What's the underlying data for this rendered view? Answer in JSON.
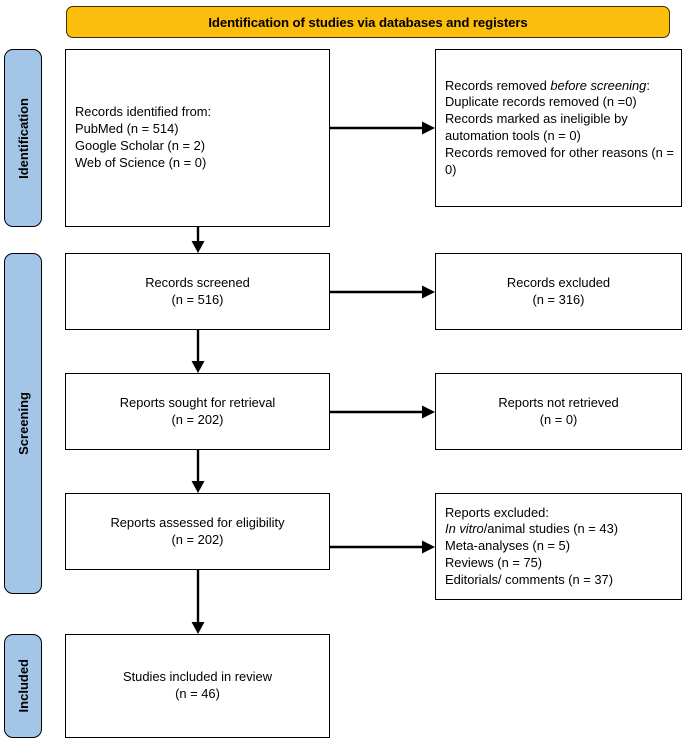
{
  "banner": {
    "title": "Identification of studies via databases and registers"
  },
  "stages": [
    {
      "id": "identification",
      "label": "Identification"
    },
    {
      "id": "screening",
      "label": "Screening"
    },
    {
      "id": "included",
      "label": "Included"
    }
  ],
  "boxes": {
    "identified": {
      "line1": "Records identified from:",
      "line2": "PubMed (n = 514)",
      "line3": "Google Scholar (n = 2)",
      "line4": "Web of Science (n = 0)"
    },
    "removed": {
      "line1a": "Records removed ",
      "line1b": "before screening",
      "line1c": ":",
      "line2": "Duplicate records removed    (n =0)",
      "line3": "Records marked as ineligible by automation tools (n = 0)",
      "line4": "Records removed for other reasons (n = 0)"
    },
    "screened": {
      "line1": "Records screened",
      "line2": "(n = 516)"
    },
    "records_excluded": {
      "line1": "Records excluded",
      "line2": "(n = 316)"
    },
    "sought": {
      "line1": "Reports sought for retrieval",
      "line2": "(n = 202)"
    },
    "not_retrieved": {
      "line1": "Reports not retrieved",
      "line2": "(n = 0)"
    },
    "assessed": {
      "line1": "Reports assessed for eligibility",
      "line2": "(n = 202)"
    },
    "reports_excluded": {
      "line1": "Reports excluded:",
      "line2a": "In vitro",
      "line2b": "/animal studies (n = 43)",
      "line3": "Meta-analyses (n = 5)",
      "line4": "Reviews (n = 75)",
      "line5": "Editorials/ comments (n = 37)"
    },
    "included": {
      "line1": "Studies included in review",
      "line2": "(n = 46)"
    }
  },
  "colors": {
    "banner_fill": "#FCBE0C",
    "stage_fill": "#A3C5E7",
    "border": "#000000",
    "page_background": "#FFFFFF"
  },
  "chart_data": {
    "type": "diagram",
    "title": "PRISMA 2020 flow diagram",
    "nodes": [
      {
        "id": "identified",
        "stage": "Identification",
        "column": "left",
        "counts": {
          "PubMed": 514,
          "Google Scholar": 2,
          "Web of Science": 0
        }
      },
      {
        "id": "removed",
        "stage": "Identification",
        "column": "right",
        "counts": {
          "Duplicate records removed": 0,
          "Records marked as ineligible by automation tools": 0,
          "Records removed for other reasons": 0
        }
      },
      {
        "id": "screened",
        "stage": "Screening",
        "column": "left",
        "counts": {
          "n": 516
        }
      },
      {
        "id": "records_excluded",
        "stage": "Screening",
        "column": "right",
        "counts": {
          "n": 316
        }
      },
      {
        "id": "sought",
        "stage": "Screening",
        "column": "left",
        "counts": {
          "n": 202
        }
      },
      {
        "id": "not_retrieved",
        "stage": "Screening",
        "column": "right",
        "counts": {
          "n": 0
        }
      },
      {
        "id": "assessed",
        "stage": "Screening",
        "column": "left",
        "counts": {
          "n": 202
        }
      },
      {
        "id": "reports_excluded",
        "stage": "Screening",
        "column": "right",
        "counts": {
          "In vitro/animal studies": 43,
          "Meta-analyses": 5,
          "Reviews": 75,
          "Editorials/ comments": 37
        }
      },
      {
        "id": "included",
        "stage": "Included",
        "column": "left",
        "counts": {
          "n": 46
        }
      }
    ],
    "edges": [
      {
        "from": "identified",
        "to": "removed",
        "direction": "right"
      },
      {
        "from": "identified",
        "to": "screened",
        "direction": "down"
      },
      {
        "from": "screened",
        "to": "records_excluded",
        "direction": "right"
      },
      {
        "from": "screened",
        "to": "sought",
        "direction": "down"
      },
      {
        "from": "sought",
        "to": "not_retrieved",
        "direction": "right"
      },
      {
        "from": "sought",
        "to": "assessed",
        "direction": "down"
      },
      {
        "from": "assessed",
        "to": "reports_excluded",
        "direction": "right"
      },
      {
        "from": "assessed",
        "to": "included",
        "direction": "down"
      }
    ]
  }
}
